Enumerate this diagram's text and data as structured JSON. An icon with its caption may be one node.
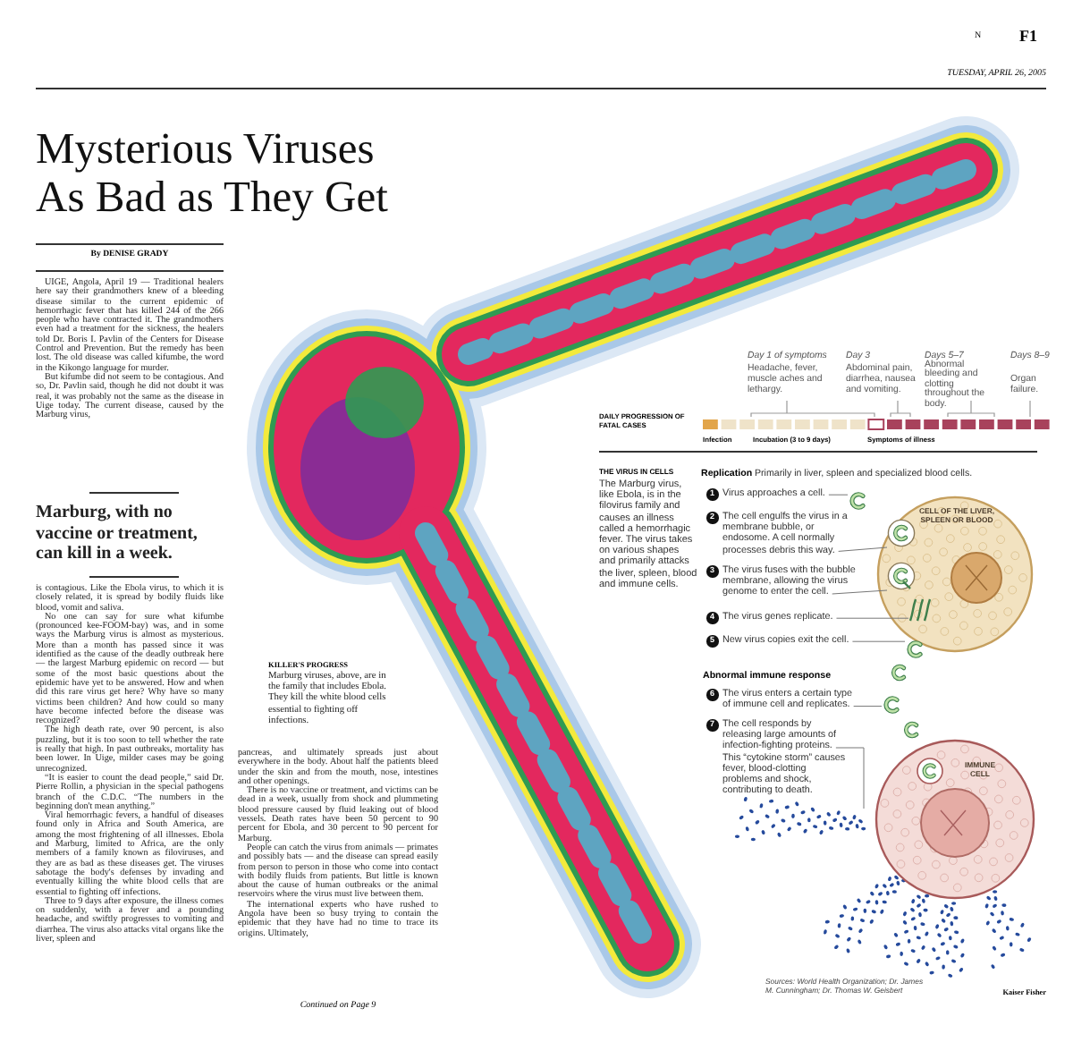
{
  "diagram": {
    "title": "Mysterious Viruses As Bad as They Get",
    "nodes": [
      {
        "text": [
          "1",
          "Virus approaches a cell."
        ]
      },
      {
        "text": [
          "2",
          "The cell engulfs the virus in a membrane bubble, or endosome. A cell normally processes debris this way."
        ]
      },
      {
        "text": [
          "3",
          "The virus fuses with the bubble membrane, allowing the virus genome to enter the cell."
        ]
      },
      {
        "text": [
          "4",
          "The virus genes replicate."
        ]
      },
      {
        "text": [
          "5",
          "New virus copies exit the cell."
        ]
      },
      {
        "text": [
          "CELL OF THE LIVER, SPLEEN OR BLOOD"
        ]
      },
      {
        "text": [],
        "shape": "picture"
      },
      {
        "text": [],
        "shape": "picture",
        "in": 5
      },
      {
        "text": [],
        "shape": "picture",
        "in": 5
      },
      {
        "text": [],
        "shape": "picture",
        "in": 5
      },
      {
        "text": [],
        "shape": "picture"
      },
      {
        "text": [
          "6",
          "The virus enters a certain type of immune cell and replicates."
        ]
      },
      {
        "text": [
          "7",
          "The cell responds by releasing large amounts of infection-fighting proteins. This “cytokine storm” causes fever, blood-clotting problems and shock, contributing to death."
        ]
      },
      {
        "text": [
          "IMMUNE CELL"
        ]
      },
      {
        "text": [],
        "shape": "picture"
      },
      {
        "text": [],
        "shape": "picture"
      }
    ],
    "edges": [
      {
        "from": 0,
        "to": 6,
        "arrow": "none"
      },
      {
        "from": 1,
        "to": 7,
        "arrow": "none"
      },
      {
        "from": 2,
        "to": 8,
        "arrow": "none"
      },
      {
        "from": 3,
        "to": 9,
        "arrow": "none"
      },
      {
        "from": 4,
        "to": 10,
        "arrow": "none"
      },
      {
        "from": 11,
        "to": 14,
        "arrow": "none"
      },
      {
        "from": 12,
        "to": 15,
        "arrow": "none"
      }
    ],
    "labels": [
      "N",
      "F1",
      "TUESDAY, APRIL 26, 2005",
      "By DENISE GRADY",
      "UIGE, Angola, April 19 — Traditional healers here say their grandmothers knew of a bleeding disease similar to the current epidemic of hemorrhagic fever that has killed 244 of the 266 people who have contracted it. The grandmothers even had a treatment for the sickness, the healers told Dr. Boris I. Pavlin of the Centers for Disease Control and Prevention. But the remedy has been lost. The old disease was called kifumbe, the word in the Kikongo language for murder.",
      "But kifumbe did not seem to be contagious. And so, Dr. Pavlin said, though he did not doubt it was real, it was probably not the same as the disease in Uige today. The current disease, caused by the Marburg virus,",
      "Marburg, with no vaccine or treatment, can kill in a week.",
      "is contagious. Like the Ebola virus, to which it is closely related, it is spread by bodily fluids like blood, vomit and saliva.",
      "No one can say for sure what kifumbe (pronounced kee-FOOM-bay) was, and in some ways the Marburg virus is almost as mysterious. More than a month has passed since it was identified as the cause of the deadly outbreak here — the largest Marburg epidemic on record — but some of the most basic questions about the epidemic have yet to be answered. How and when did this rare virus get here? Why have so many victims been children? And how could so many have become infected before the disease was recognized?",
      "The high death rate, over 90 percent, is also puzzling, but it is too soon to tell whether the rate is really that high. In past outbreaks, mortality has been lower. In Uige, milder cases may be going unrecognized.",
      "“It is easier to count the dead people,” said Dr. Pierre Rollin, a physician in the special pathogens branch of the C.D.C. “The numbers in the beginning don't mean anything.”",
      "Viral hemorrhagic fevers, a handful of diseases found only in Africa and South America, are among the most frightening of all illnesses. Ebola and Marburg, limited to Africa, are the only members of a family known as filoviruses, and they are as bad as these diseases get. The viruses sabotage the body's defenses by invading and eventually killing the white blood cells that are essential to fighting off infections.",
      "Three to 9 days after exposure, the illness comes on suddenly, with a fever and a pounding headache, and swiftly progresses to vomiting and diarrhea. The virus also attacks vital organs like the liver, spleen and",
      "KILLER'S PROGRESS",
      "Marburg viruses, above, are in the family that includes Ebola. They kill the white blood cells essential to fighting off infections.",
      "pancreas, and ultimately spreads just about everywhere in the body. About half the patients bleed under the skin and from the mouth, nose, intestines and other openings.",
      "There is no vaccine or treatment, and victims can be dead in a week, usually from shock and plummeting blood pressure caused by fluid leaking out of blood vessels. Death rates have been 50 percent to 90 percent for Ebola, and 30 percent to 90 percent for Marburg.",
      "People can catch the virus from animals — primates and possibly bats — and the disease can spread easily from person to person in those who come into contact with bodily fluids from patients. But little is known about the cause of human outbreaks or the animal reservoirs where the virus must live between them.",
      "The international experts who have rushed to Angola have been so busy trying to contain the epidemic that they have had no time to trace its origins. Ultimately,",
      "Continued on Page 9",
      "Day 1 of symptoms",
      "Headache, fever, muscle aches and lethargy.",
      "Day 3",
      "Abdominal pain, diarrhea, nausea and vomiting.",
      "Days 5–7",
      "Abnormal bleeding and clotting throughout the body.",
      "Days 8–9",
      "Organ failure.",
      "DAILY PROGRESSION OF FATAL CASES",
      "Infection",
      "Incubation (3 to 9 days)",
      "Symptoms of illness",
      "THE VIRUS IN CELLS",
      "The Marburg virus, like Ebola, is in the filovirus family and causes an illness called a hemorrhagic fever. The virus takes on various shapes and primarily attacks the liver, spleen, blood and immune cells.",
      "Replication",
      "Primarily in liver, spleen and specialized blood cells.",
      "Abnormal immune response",
      "Sources: World Health Organization; Dr. James M. Cunningham; Dr. Thomas W. Geisbert",
      "Kaiser Fisher"
    ]
  }
}
